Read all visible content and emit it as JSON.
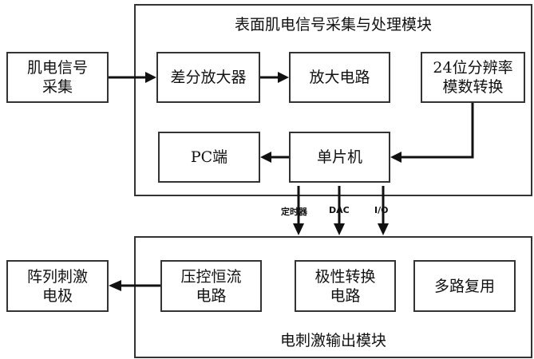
{
  "top_module": {
    "title": "表面肌电信号采集与处理模块",
    "blocks": {
      "diff_amp": "差分放大器",
      "amp_circuit": "放大电路",
      "adc": [
        "24位分辨率",
        "模数转换"
      ],
      "pc": "PC端",
      "mcu": "单片机"
    }
  },
  "input_block": [
    "肌电信号",
    "采集"
  ],
  "signals": {
    "timer": "定时器",
    "dac": "DAC",
    "io": "I/O"
  },
  "bottom_module": {
    "title": "电刺激输出模块",
    "blocks": {
      "vcc": [
        "压控恒流",
        "电路"
      ],
      "polarity": [
        "极性转换",
        "电路"
      ],
      "mux": "多路复用"
    }
  },
  "output_block": [
    "阵列刺激",
    "电极"
  ]
}
